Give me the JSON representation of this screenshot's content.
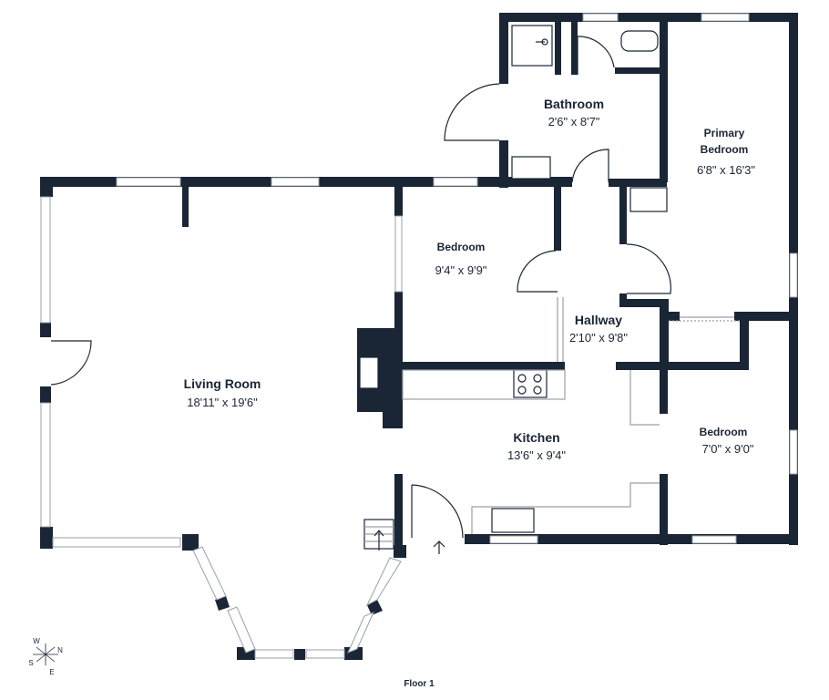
{
  "rooms": {
    "bathroom": {
      "name": "Bathroom",
      "dims": "2'6\" x 8'7\""
    },
    "primary_bedroom": {
      "name_line1": "Primary",
      "name_line2": "Bedroom",
      "dims": "6'8\" x 16'3\""
    },
    "bedroom_1": {
      "name": "Bedroom",
      "dims": "9'4\" x 9'9\""
    },
    "hallway": {
      "name": "Hallway",
      "dims": "2'10\" x 9'8\""
    },
    "living_room": {
      "name": "Living Room",
      "dims": "18'11\" x 19'6\""
    },
    "kitchen": {
      "name": "Kitchen",
      "dims": "13'6\" x 9'4\""
    },
    "bedroom_2": {
      "name": "Bedroom",
      "dims": "7'0\" x 9'0\""
    }
  },
  "floor_label": "Floor 1",
  "compass": {
    "w": "W",
    "n": "N",
    "s": "S",
    "e": "E"
  }
}
